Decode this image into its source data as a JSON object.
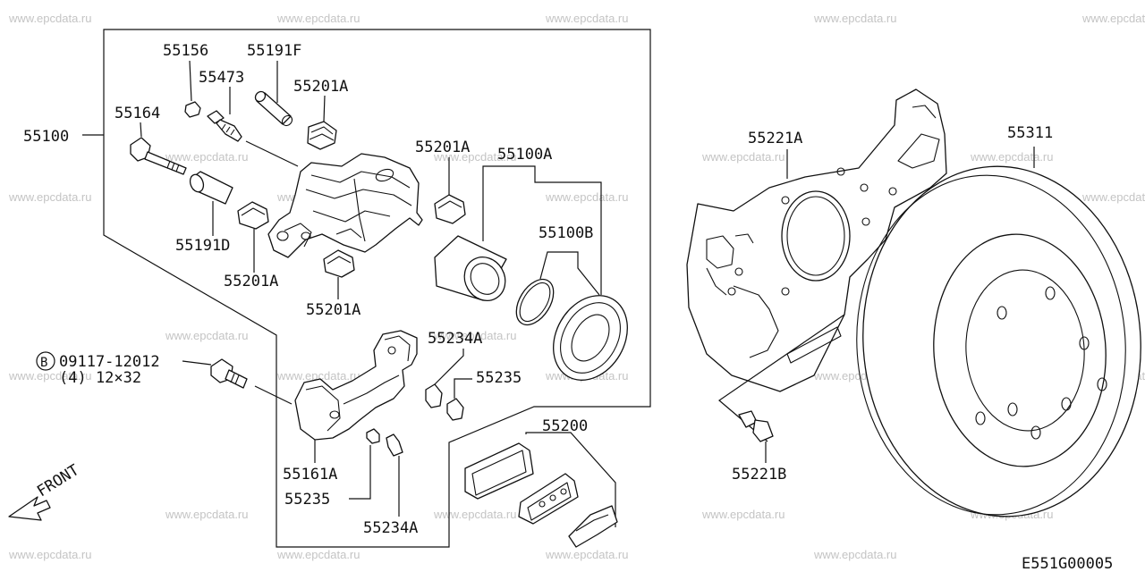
{
  "watermark": "www.epcdata.ru",
  "diagram_code": "E551G00005",
  "front_label": "FRONT",
  "parts": {
    "p55100": "55100",
    "p55156": "55156",
    "p55191F": "55191F",
    "p55473": "55473",
    "p55201A_1": "55201A",
    "p55164": "55164",
    "p55201A_2": "55201A",
    "p55100A": "55100A",
    "p55100B": "55100B",
    "p55191D": "55191D",
    "p55201A_3": "55201A",
    "p55201A_4": "55201A",
    "p55234A_1": "55234A",
    "p55235_1": "55235",
    "p55161A": "55161A",
    "p55235_2": "55235",
    "p55234A_2": "55234A",
    "p55200": "55200",
    "p55221A": "55221A",
    "p55311": "55311",
    "p55221B": "55221B"
  },
  "bolt": {
    "marker": "B",
    "part_no": "09117-12012",
    "spec": "(4) 12×32"
  }
}
